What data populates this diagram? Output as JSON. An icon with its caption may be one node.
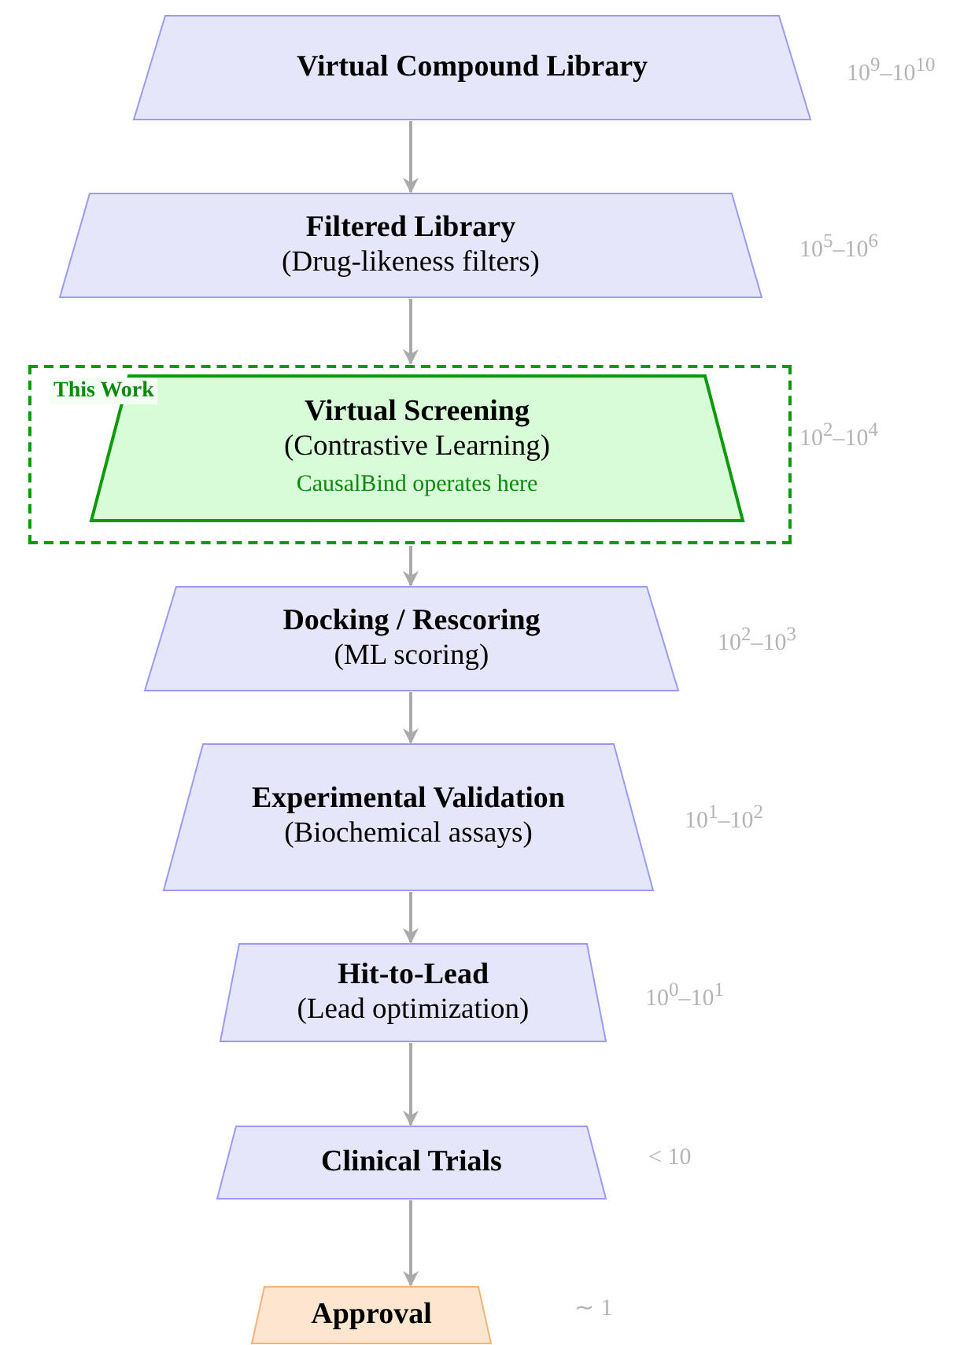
{
  "diagram": {
    "nodes": [
      {
        "text": [
          "Virtual Compound Library"
        ],
        "beside": [
          "10$^{9}$–10$^{10}$"
        ]
      },
      {
        "text": [
          "Filtered Library",
          "(Drug-likeness filters)"
        ],
        "beside": [
          "10$^{5}$–10$^{6}$"
        ]
      },
      {
        "text": [
          "This Work"
        ]
      },
      {
        "text": [
          "Virtual Screening",
          "(Contrastive Learning)",
          "CausalBind operates here"
        ],
        "in": 2,
        "beside": [
          "10$^{2}$–10$^{4}$"
        ]
      },
      {
        "text": [
          "Docking / Rescoring",
          "(ML scoring)"
        ],
        "beside": [
          "10$^{2}$–10$^{3}$"
        ]
      },
      {
        "text": [
          "Experimental Validation",
          "(Biochemical assays)"
        ],
        "beside": [
          "10$^{1}$–10$^{2}$"
        ]
      },
      {
        "text": [
          "Hit-to-Lead",
          "(Lead optimization)"
        ],
        "beside": [
          "10$^{0}$–10$^{1}$"
        ]
      },
      {
        "text": [
          "Clinical Trials"
        ],
        "beside": [
          "< 10"
        ]
      },
      {
        "text": [
          "Approval"
        ],
        "beside": [
          "∼ 1"
        ]
      }
    ],
    "edges": [
      {
        "from": 0,
        "to": 1,
        "arrow": "to"
      },
      {
        "from": 1,
        "to": 2,
        "arrow": "to"
      },
      {
        "from": 2,
        "to": 4,
        "arrow": "to"
      },
      {
        "from": 4,
        "to": 5,
        "arrow": "to"
      },
      {
        "from": 5,
        "to": 6,
        "arrow": "to"
      },
      {
        "from": 6,
        "to": 7,
        "arrow": "to"
      },
      {
        "from": 7,
        "to": 8,
        "arrow": "to"
      }
    ]
  }
}
